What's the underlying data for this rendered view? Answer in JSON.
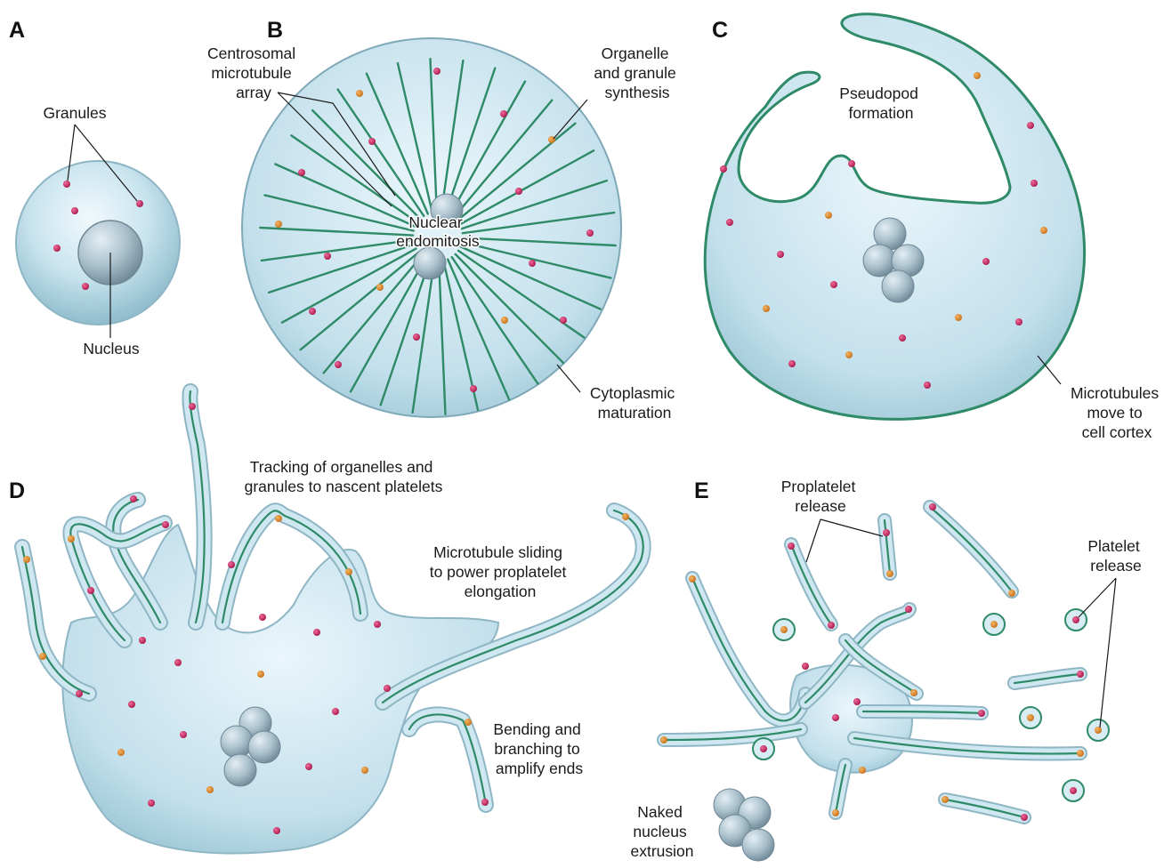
{
  "panels": {
    "a": {
      "letter": "A",
      "granules_label": "Granules",
      "nucleus_label": "Nucleus"
    },
    "b": {
      "letter": "B",
      "centrosomal_label": [
        "Centrosomal",
        "microtubule",
        "array"
      ],
      "organelle_label": [
        "Organelle",
        "and granule",
        "synthesis"
      ],
      "endomitosis_label": [
        "Nuclear",
        "endomitosis"
      ],
      "cytoplasmic_label": [
        "Cytoplasmic",
        "maturation"
      ]
    },
    "c": {
      "letter": "C",
      "pseudopod_label": [
        "Pseudopod",
        "formation"
      ],
      "microtubules_label": [
        "Microtubules",
        "move to",
        "cell cortex"
      ]
    },
    "d": {
      "letter": "D",
      "tracking_label": [
        "Tracking of organelles and",
        "granules to nascent platelets"
      ],
      "sliding_label": [
        "Microtubule sliding",
        "to power proplatelet",
        "elongation"
      ],
      "bending_label": [
        "Bending and",
        "branching to",
        "amplify ends"
      ]
    },
    "e": {
      "letter": "E",
      "proplatelet_label": [
        "Proplatelet",
        "release"
      ],
      "platelet_label": [
        "Platelet",
        "release"
      ],
      "naked_label": [
        "Naked",
        "nucleus",
        "extrusion"
      ]
    }
  },
  "colors": {
    "cytoplasm_light": "#e6f4fa",
    "cytoplasm_mid": "#b9dbe8",
    "cytoplasm_dark": "#8fbccc",
    "microtubule": "#2f8a67",
    "granule_pink": "#c8245e",
    "granule_orange": "#e08a2a",
    "nucleus": "#9fb6c3"
  }
}
